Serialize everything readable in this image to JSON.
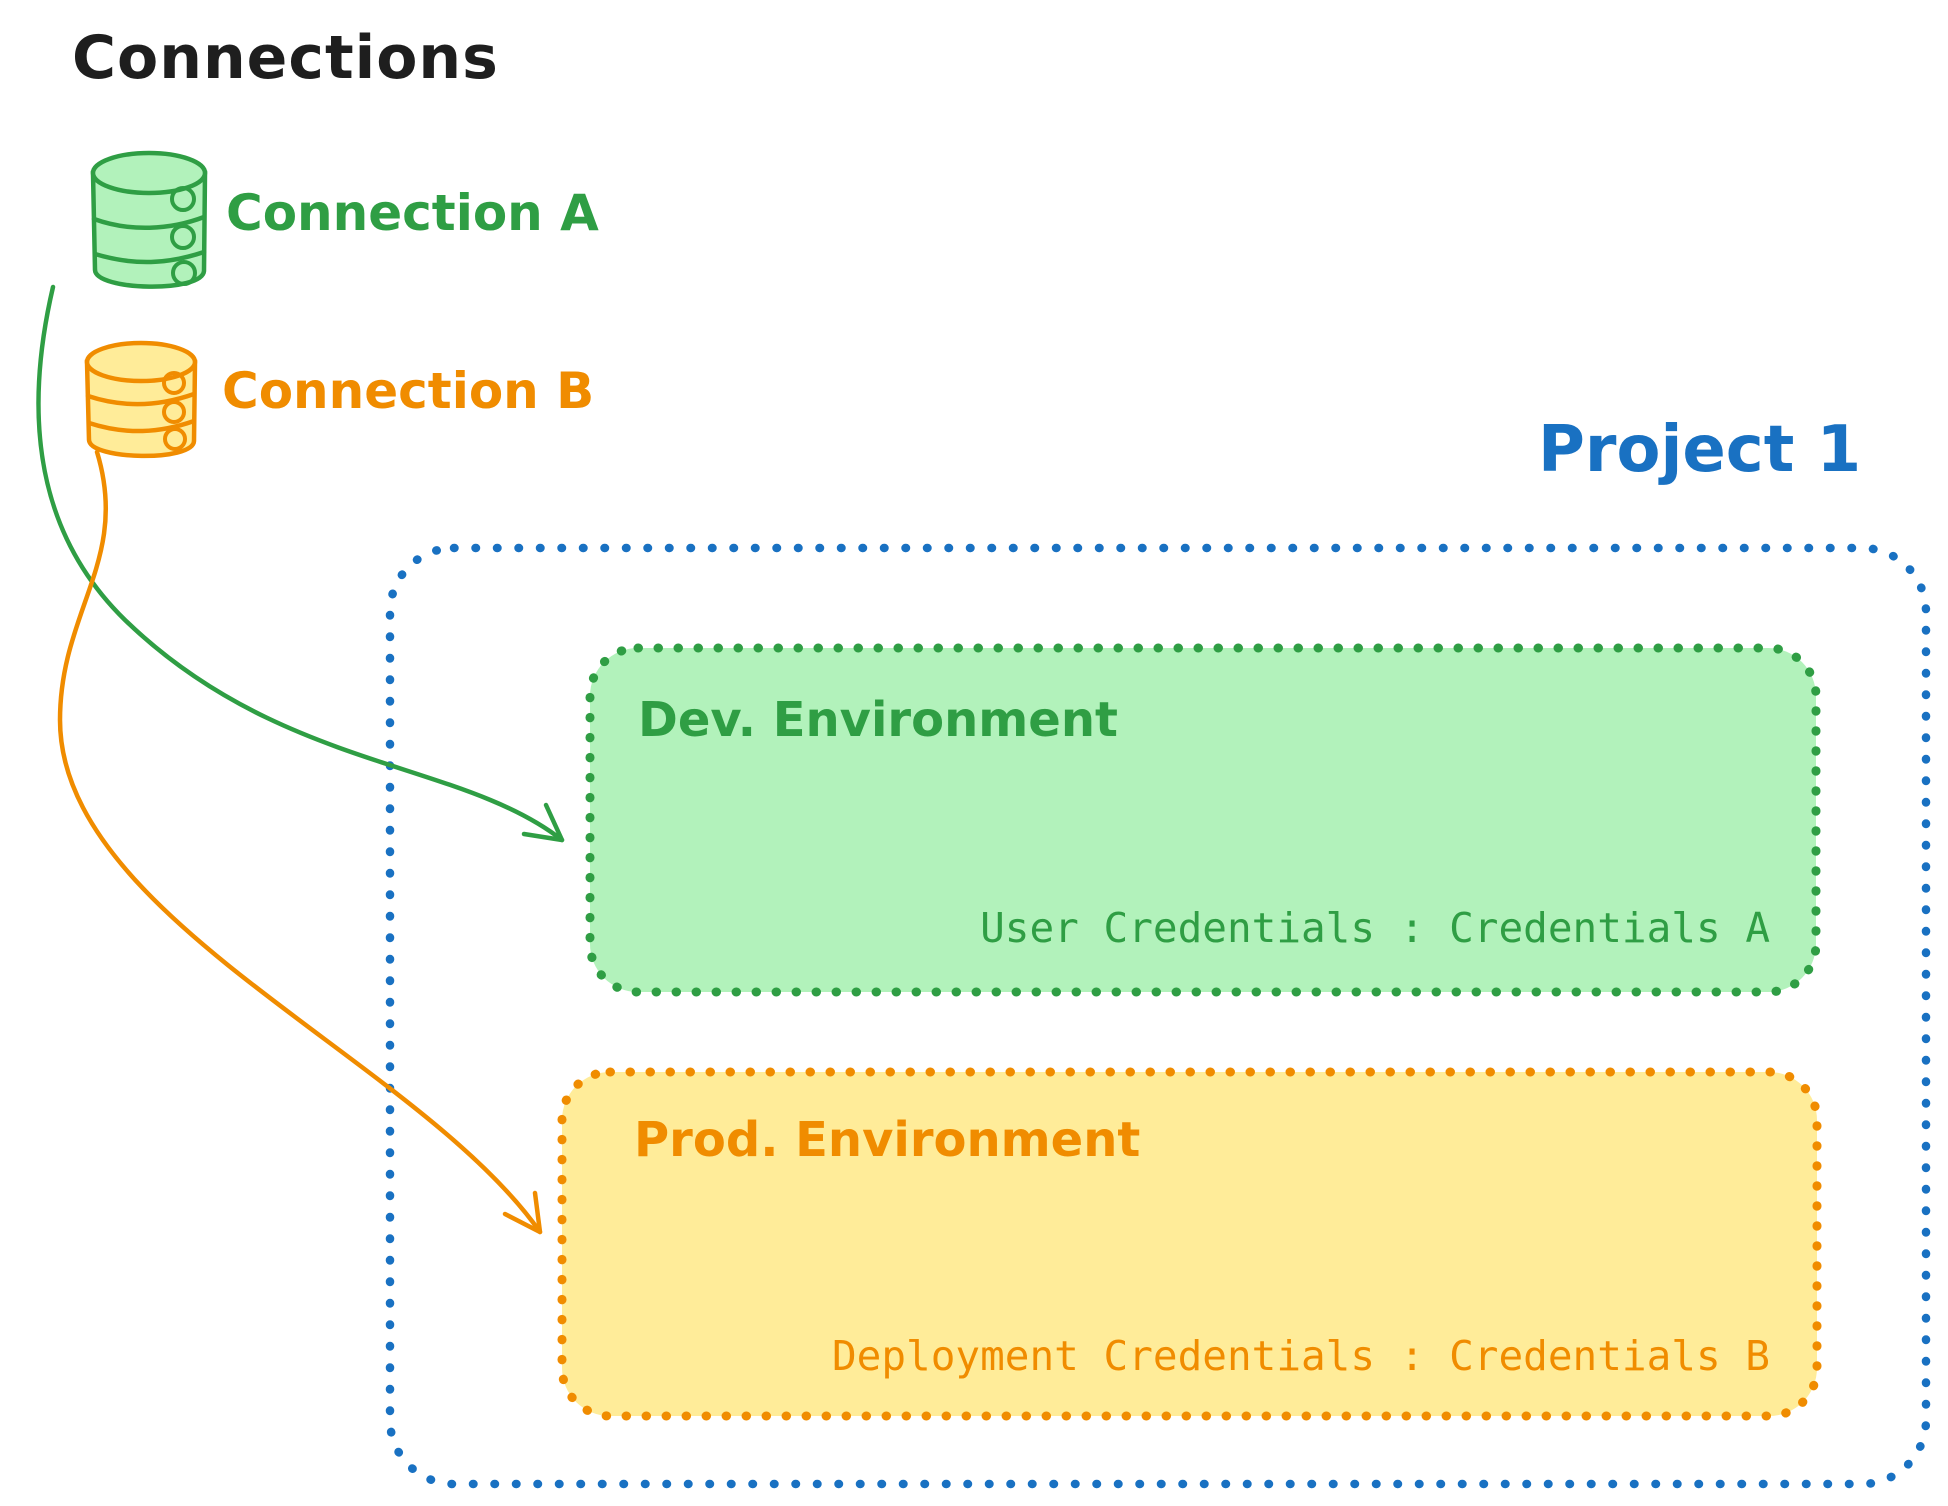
{
  "title": "Connections",
  "colors": {
    "black": "#1e1e1e",
    "green_stroke": "#2f9e44",
    "green_fill": "#b2f2bb",
    "orange_stroke": "#f08c00",
    "orange_fill": "#ffec99",
    "blue_stroke": "#1971c2",
    "background": "#ffffff"
  },
  "connections": [
    {
      "label": "Connection A",
      "color": "#2f9e44",
      "icon": "database-icon"
    },
    {
      "label": "Connection B",
      "color": "#f08c00",
      "icon": "database-icon"
    }
  ],
  "project": {
    "label": "Project 1",
    "environments": [
      {
        "name": "Dev. Environment",
        "credential_text": "User Credentials : Credentials A"
      },
      {
        "name": "Prod. Environment",
        "credential_text": "Deployment Credentials : Credentials B"
      }
    ]
  },
  "arrows": [
    {
      "name": "connection-a-to-dev-arrow",
      "from": "Connection A",
      "to": "Dev. Environment",
      "color": "#2f9e44"
    },
    {
      "name": "connection-b-to-prod-arrow",
      "from": "Connection B",
      "to": "Prod. Environment",
      "color": "#f08c00"
    }
  ]
}
